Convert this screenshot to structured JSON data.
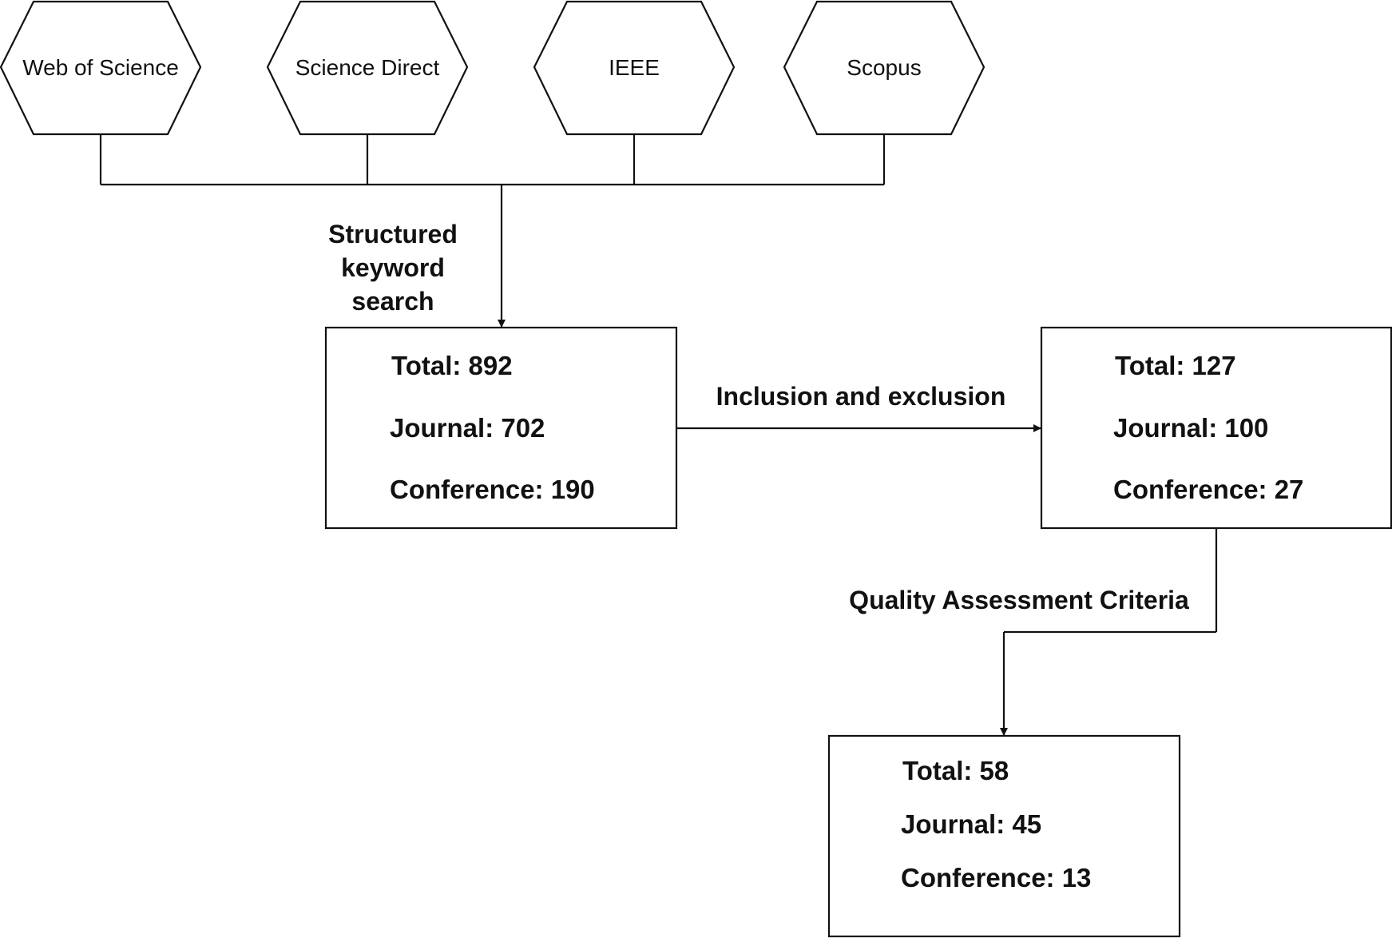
{
  "sources": [
    {
      "label": "Web of Science"
    },
    {
      "label": "Science Direct"
    },
    {
      "label": "IEEE"
    },
    {
      "label": "Scopus"
    }
  ],
  "steps": {
    "search": {
      "lines": [
        "Structured",
        "keyword",
        "search"
      ]
    },
    "screening": {
      "label": "Inclusion and exclusion"
    },
    "quality": {
      "label": "Quality Assessment Criteria"
    }
  },
  "stages": {
    "initial": {
      "total": "Total: 892",
      "journal": "Journal: 702",
      "conference": "Conference: 190"
    },
    "screened": {
      "total": "Total: 127",
      "journal": "Journal: 100",
      "conference": "Conference: 27"
    },
    "final": {
      "total": "Total: 58",
      "journal": "Journal: 45",
      "conference": "Conference: 13"
    }
  }
}
